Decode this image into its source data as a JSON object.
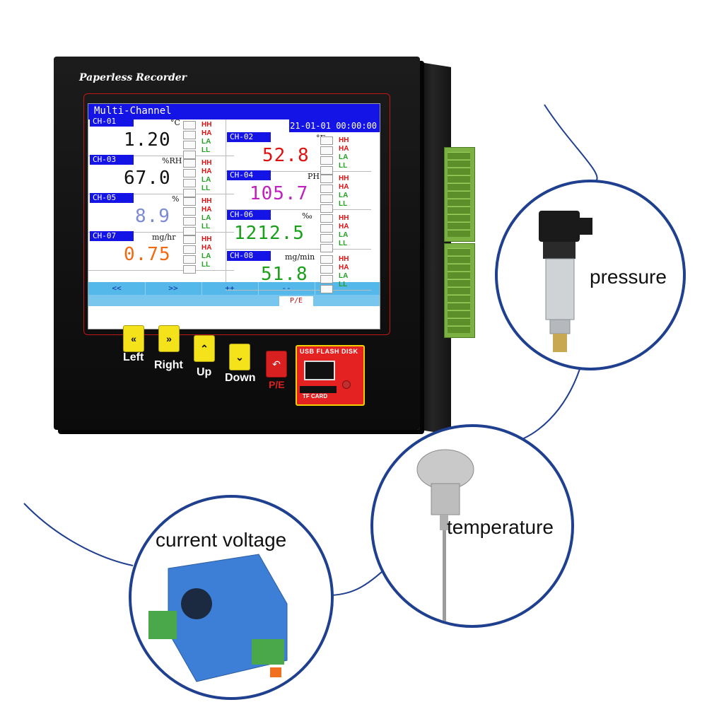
{
  "device": {
    "brand": "Paperless Recorder",
    "screen_title": "Multi-Channel",
    "datetime": "21-01-01 00:00:00",
    "alarm_labels": [
      "HH",
      "HA",
      "LA",
      "LL"
    ],
    "channels": [
      {
        "label": "CH-01",
        "unit": "°C",
        "value": "1.20",
        "color": "#111111"
      },
      {
        "label": "CH-02",
        "unit": "°F",
        "value": "52.8",
        "color": "#e01010"
      },
      {
        "label": "CH-03",
        "unit": "%RH",
        "value": "67.0",
        "color": "#111111"
      },
      {
        "label": "CH-04",
        "unit": "PH",
        "value": "105.7",
        "color": "#c020c0"
      },
      {
        "label": "CH-05",
        "unit": "%",
        "value": "8.9",
        "color": "#7a8ad8"
      },
      {
        "label": "CH-06",
        "unit": "‰",
        "value": "1212.5",
        "color": "#18a018"
      },
      {
        "label": "CH-07",
        "unit": "mg/hr",
        "value": "0.75",
        "color": "#f06a10"
      },
      {
        "label": "CH-08",
        "unit": "mg/min",
        "value": "51.8",
        "color": "#18a018"
      }
    ],
    "soft_keys": [
      "<<",
      ">>",
      "++",
      "--"
    ],
    "soft_pe": "P/E",
    "keys": {
      "left": "Left",
      "right": "Right",
      "up": "Up",
      "down": "Down",
      "pe": "P/E"
    },
    "usb_title": "USB FLASH DISK",
    "tf_label": "TF CARD"
  },
  "sensors": {
    "pressure": "pressure",
    "temperature": "temperature",
    "current": "current voltage"
  },
  "colors": {
    "screen_header": "#1414e6",
    "key_yellow": "#f4e21a",
    "circle_border": "#1f3f8f",
    "terminal_green": "#7bb043"
  }
}
